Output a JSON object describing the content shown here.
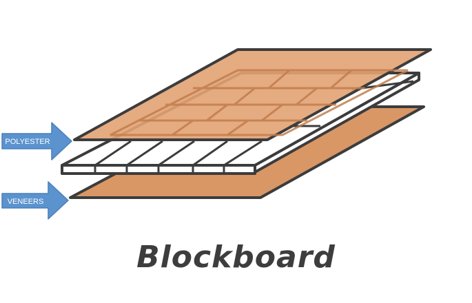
{
  "labels": {
    "top_layer": "POLYESTER",
    "bottom_layer": "VENEERS"
  },
  "title": "Blockboard",
  "colors": {
    "sheet_fill": "#e2a273",
    "bottom_sheet_fill": "#d99766",
    "outline": "#3c3c3c",
    "arrow_fill": "#5b93cf",
    "arrow_stroke": "#4a7fb8",
    "title": "#3d3d3d"
  }
}
